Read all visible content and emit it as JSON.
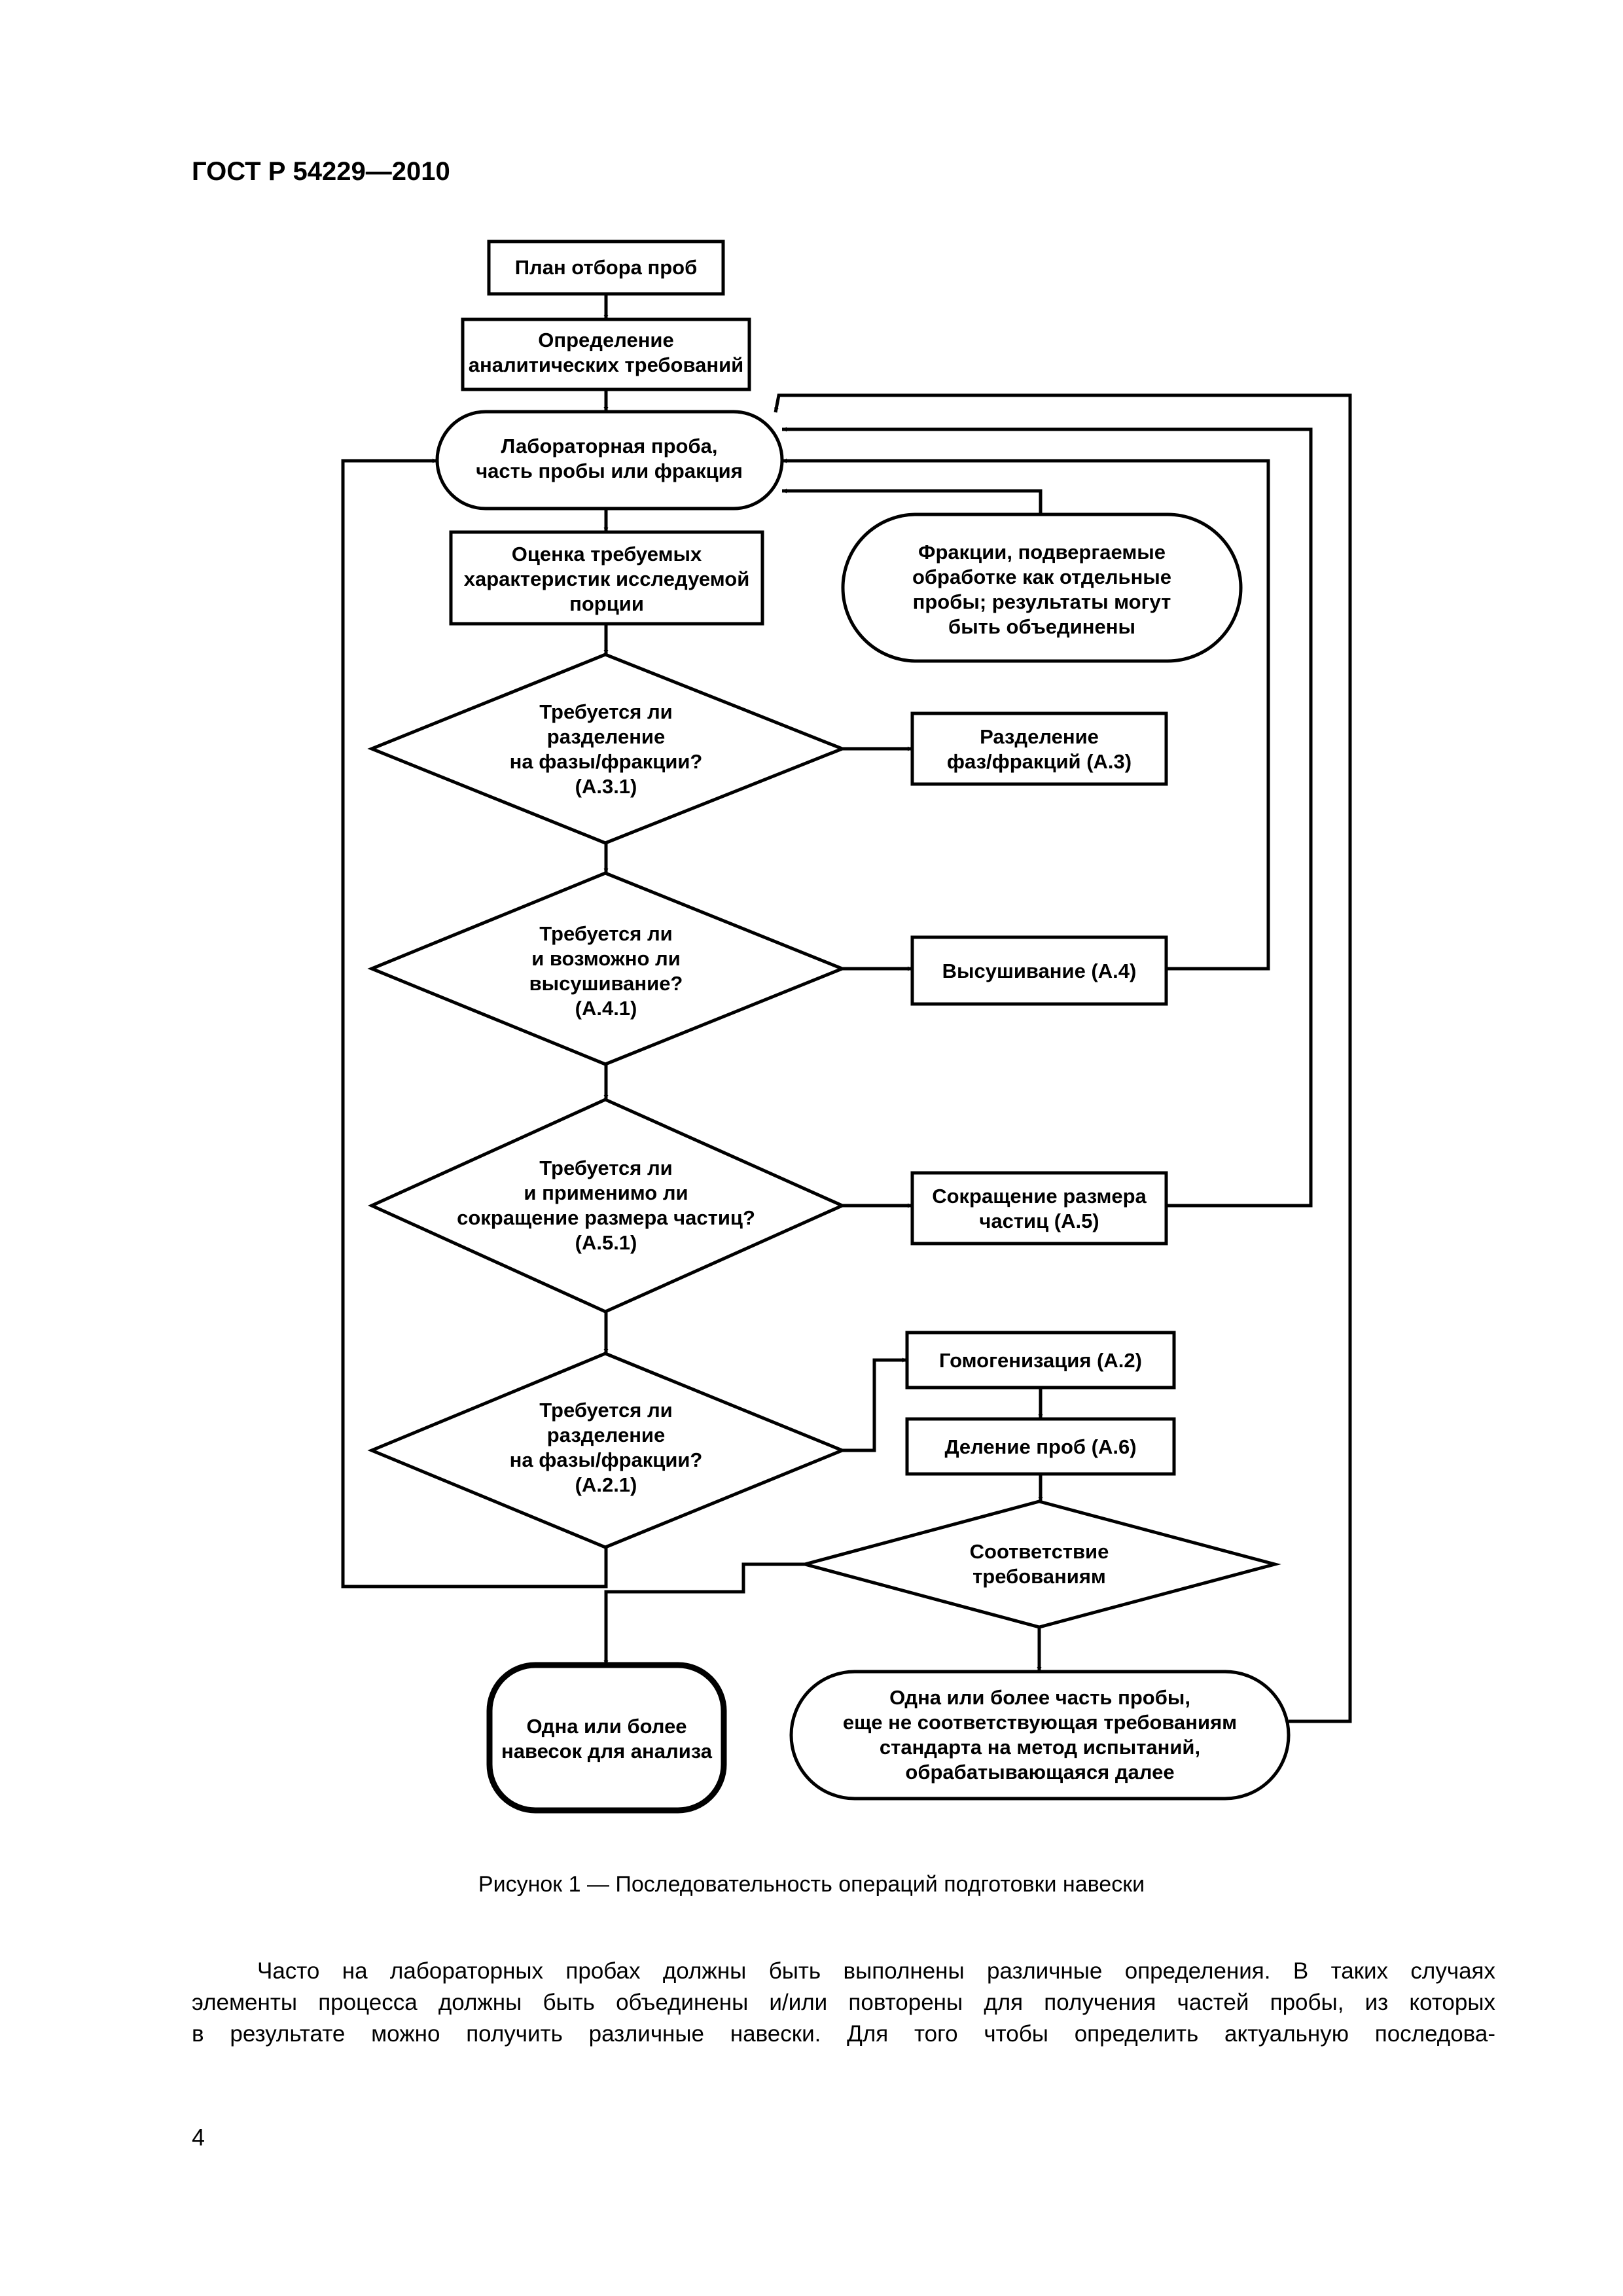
{
  "header": "ГОСТ Р 54229—2010",
  "flowchart": {
    "plan": [
      "План отбора проб"
    ],
    "requirements": [
      "Определение",
      "аналитических требований"
    ],
    "lab_sample": [
      "Лабораторная проба,",
      "часть пробы или фракция"
    ],
    "fractions": [
      "Фракции, подвергаемые",
      "обработке как отдельные",
      "пробы; результаты могут",
      "быть объединены"
    ],
    "assessment": [
      "Оценка требуемых",
      "характеристик исследуемой",
      "порции"
    ],
    "decision_separation_1": [
      "Требуется ли",
      "разделение",
      "на фазы/фракции?",
      "(А.3.1)"
    ],
    "separation_box": [
      "Разделение",
      "фаз/фракций (А.3)"
    ],
    "decision_drying": [
      "Требуется ли",
      "и возможно ли",
      "высушивание?",
      "(А.4.1)"
    ],
    "drying_box": [
      "Высушивание (А.4)"
    ],
    "decision_size": [
      "Требуется ли",
      "и применимо ли",
      "сокращение размера частиц?",
      "(А.5.1)"
    ],
    "size_box": [
      "Сокращение размера",
      "частиц (А.5)"
    ],
    "decision_separation_2": [
      "Требуется ли",
      "разделение",
      "на фазы/фракции?",
      "(А.2.1)"
    ],
    "homogenization_box": [
      "Гомогенизация (А.2)"
    ],
    "division_box": [
      "Деление проб (А.6)"
    ],
    "decision_compliance": [
      "Соответствие",
      "требованиям"
    ],
    "final_portions": [
      "Одна или более",
      "навесок для анализа"
    ],
    "further_processing": [
      "Одна или более часть пробы,",
      "еще не соответствующая требованиям",
      "стандарта на метод испытаний,",
      "обрабатывающаяся далее"
    ]
  },
  "caption": "Рисунок 1 — Последовательность операций подготовки навески",
  "paragraph_lines": [
    "Часто на лабораторных пробах должны быть выполнены различные определения. В таких случаях",
    "элементы процесса должны быть объединены и/или повторены для получения частей пробы, из которых",
    "в результате можно получить различные навески. Для того чтобы определить актуальную последова-"
  ],
  "page_number": "4"
}
